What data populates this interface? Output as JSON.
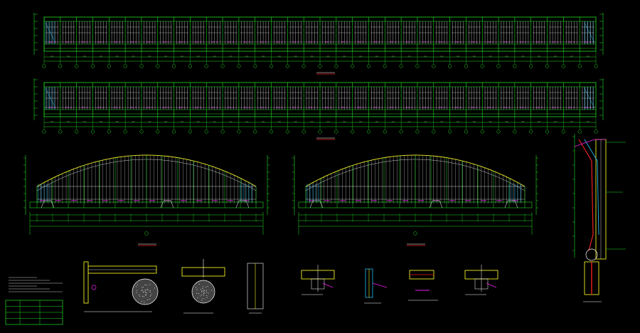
{
  "drawing": {
    "background": "#000000",
    "colors": {
      "green": "#22dd22",
      "white": "#ffffff",
      "yellow": "#eeee22",
      "cyan": "#22bbee",
      "magenta": "#ee22ee",
      "red": "#ee2222",
      "orange": "#ee8822"
    },
    "views": [
      {
        "id": "long-elevation-a",
        "kind": "long-elevation",
        "bays": 34,
        "bubbles": 35
      },
      {
        "id": "long-elevation-b",
        "kind": "long-elevation",
        "bays": 34,
        "bubbles": 35
      },
      {
        "id": "arch-elevation-a",
        "kind": "arch-elevation",
        "bays": 14
      },
      {
        "id": "arch-elevation-b",
        "kind": "arch-elevation",
        "bays": 14
      },
      {
        "id": "column-section",
        "kind": "column-section"
      }
    ],
    "details": [
      {
        "id": "detail-1",
        "kind": "cylinder-node"
      },
      {
        "id": "detail-2",
        "kind": "cylinder-node"
      },
      {
        "id": "detail-3",
        "kind": "plate"
      },
      {
        "id": "detail-4",
        "kind": "connection"
      },
      {
        "id": "detail-5",
        "kind": "connection"
      },
      {
        "id": "detail-6",
        "kind": "plate-weld"
      },
      {
        "id": "detail-7",
        "kind": "connection"
      }
    ],
    "notes": {
      "lines": 6
    },
    "title_block": {
      "rows": 4
    }
  }
}
